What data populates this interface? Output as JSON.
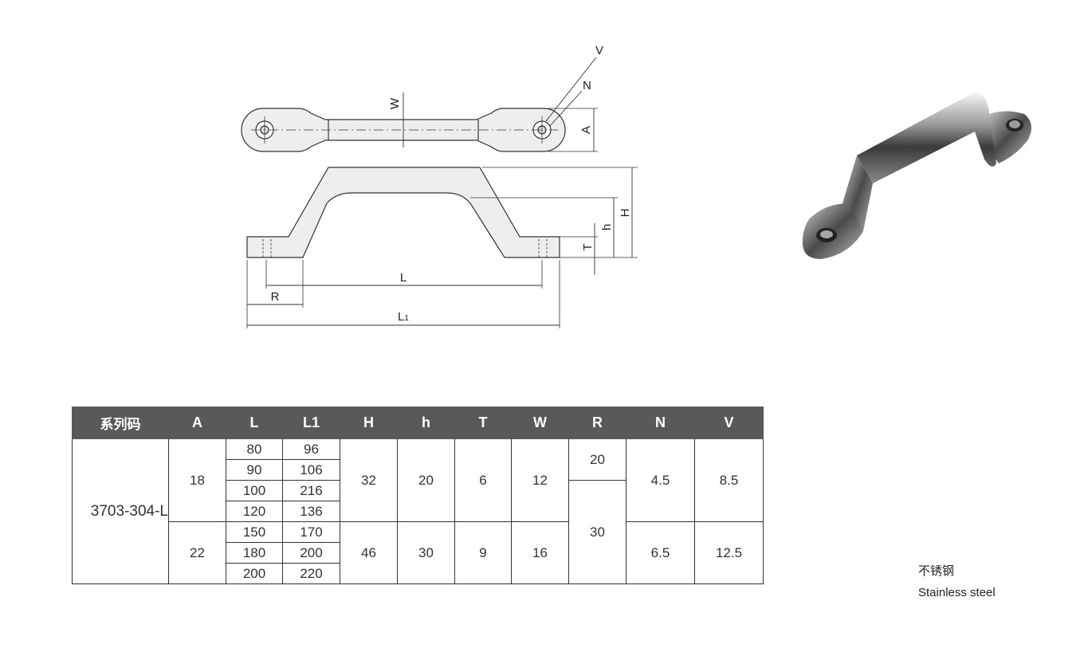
{
  "drawing": {
    "labels": {
      "V": "V",
      "N": "N",
      "W": "W",
      "A": "A",
      "H": "H",
      "h": "h",
      "T": "T",
      "L": "L",
      "R": "R",
      "L1_base": "L",
      "L1_sub": "1"
    }
  },
  "table": {
    "headers": [
      "系列码",
      "A",
      "L",
      "L1",
      "H",
      "h",
      "T",
      "W",
      "R",
      "N",
      "V"
    ],
    "series_code": "3703-304-L",
    "group1": {
      "A": "18",
      "H": "32",
      "h": "20",
      "T": "6",
      "W": "12",
      "N": "4.5",
      "V": "8.5",
      "rows": [
        {
          "L": "80",
          "L1": "96"
        },
        {
          "L": "90",
          "L1": "106"
        },
        {
          "L": "100",
          "L1": "216"
        },
        {
          "L": "120",
          "L1": "136"
        }
      ]
    },
    "group2": {
      "A": "22",
      "H": "46",
      "h": "30",
      "T": "9",
      "W": "16",
      "N": "6.5",
      "V": "12.5",
      "rows": [
        {
          "L": "150",
          "L1": "170"
        },
        {
          "L": "180",
          "L1": "200"
        },
        {
          "L": "200",
          "L1": "220"
        }
      ]
    },
    "R_values": [
      "20",
      "30"
    ]
  },
  "material": {
    "chinese": "不锈钢",
    "english": "Stainless steel"
  },
  "colors": {
    "header_bg": "#595959",
    "header_text": "#ffffff",
    "part_fill": "#eeeeee"
  }
}
